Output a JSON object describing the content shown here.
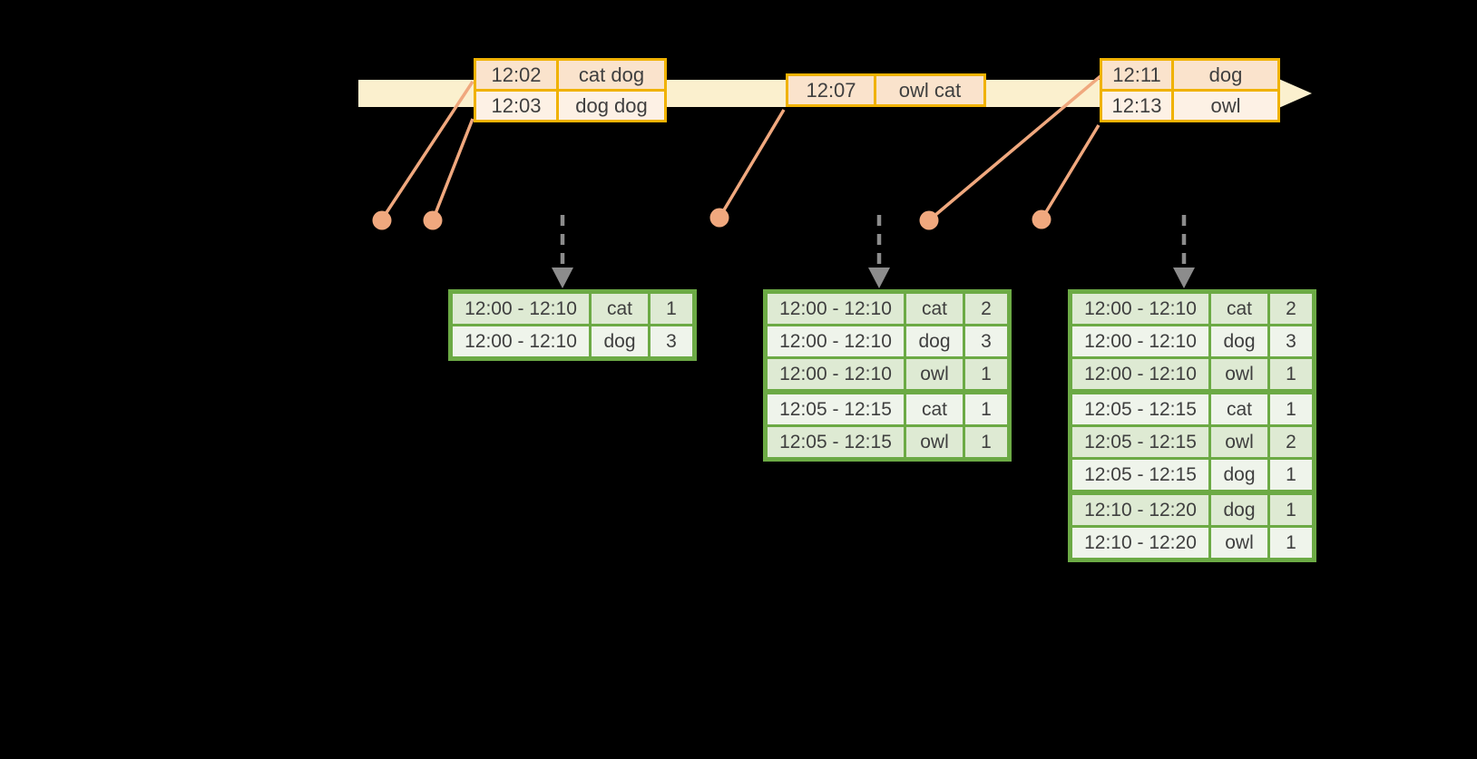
{
  "colors": {
    "background": "#000000",
    "timeline_fill": "#FBF0CE",
    "event_border": "#F0B200",
    "event_row_dark": "#FAE3CC",
    "event_row_light": "#FDF1E5",
    "connector": "#F0A87E",
    "result_border": "#6CAA45",
    "result_row_dark": "#DEEAD3",
    "result_row_light": "#EFF4EB",
    "arrow_gray": "#8C8C8C",
    "text": "#3F3F3F"
  },
  "event_tables": [
    {
      "rows": [
        {
          "time": "12:02",
          "words": "cat dog"
        },
        {
          "time": "12:03",
          "words": "dog dog"
        }
      ]
    },
    {
      "rows": [
        {
          "time": "12:07",
          "words": "owl cat"
        }
      ]
    },
    {
      "rows": [
        {
          "time": "12:11",
          "words": "dog"
        },
        {
          "time": "12:13",
          "words": "owl"
        }
      ]
    }
  ],
  "result_tables": [
    {
      "rows": [
        {
          "window": "12:00 - 12:10",
          "word": "cat",
          "count": "1"
        },
        {
          "window": "12:00 - 12:10",
          "word": "dog",
          "count": "3"
        }
      ]
    },
    {
      "rows": [
        {
          "window": "12:00 - 12:10",
          "word": "cat",
          "count": "2"
        },
        {
          "window": "12:00 - 12:10",
          "word": "dog",
          "count": "3"
        },
        {
          "window": "12:00 - 12:10",
          "word": "owl",
          "count": "1"
        },
        {
          "window": "12:05 - 12:15",
          "word": "cat",
          "count": "1"
        },
        {
          "window": "12:05 - 12:15",
          "word": "owl",
          "count": "1"
        }
      ]
    },
    {
      "rows": [
        {
          "window": "12:00 - 12:10",
          "word": "cat",
          "count": "2"
        },
        {
          "window": "12:00 - 12:10",
          "word": "dog",
          "count": "3"
        },
        {
          "window": "12:00 - 12:10",
          "word": "owl",
          "count": "1"
        },
        {
          "window": "12:05 - 12:15",
          "word": "cat",
          "count": "1"
        },
        {
          "window": "12:05 - 12:15",
          "word": "owl",
          "count": "2"
        },
        {
          "window": "12:05 - 12:15",
          "word": "dog",
          "count": "1"
        },
        {
          "window": "12:10 - 12:20",
          "word": "dog",
          "count": "1"
        },
        {
          "window": "12:10 - 12:20",
          "word": "owl",
          "count": "1"
        }
      ]
    }
  ]
}
